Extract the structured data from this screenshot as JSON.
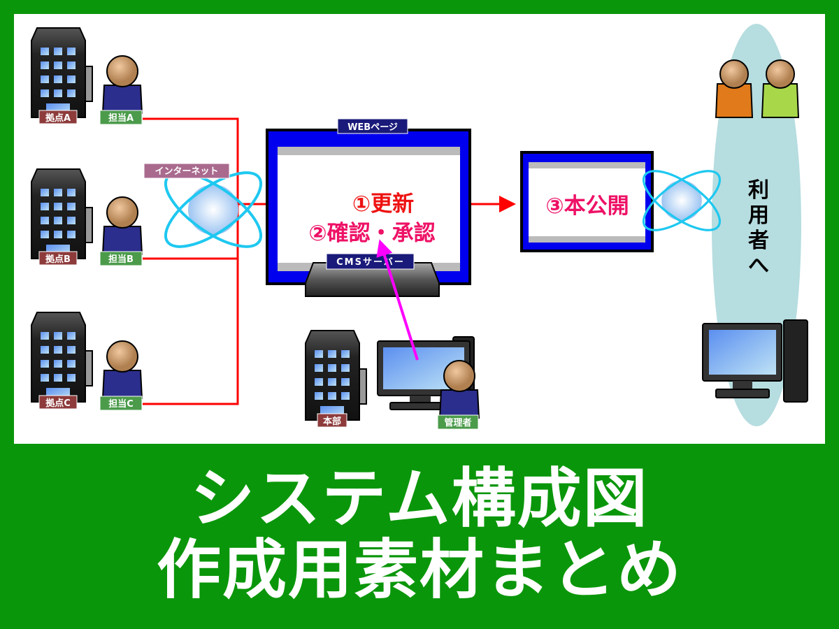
{
  "labels": {
    "site_a": "拠点A",
    "site_b": "拠点B",
    "site_c": "拠点C",
    "staff_a": "担当A",
    "staff_b": "担当B",
    "staff_c": "担当C",
    "internet": "インターネット",
    "web_page": "WEBページ",
    "cms_server": "CMSサーバー",
    "step1": "①更新",
    "step2": "②確認・承認",
    "step3": "③本公開",
    "headquarters": "本部",
    "admin": "管理者",
    "to_users": [
      "利",
      "用",
      "者",
      "へ"
    ]
  },
  "title": {
    "line1": "システム構成図",
    "line2": "作成用素材まとめ"
  },
  "colors": {
    "bg": "#0a960a",
    "line": "#ff0000",
    "approve": "#ff00ff",
    "screen": "#0000ee"
  }
}
